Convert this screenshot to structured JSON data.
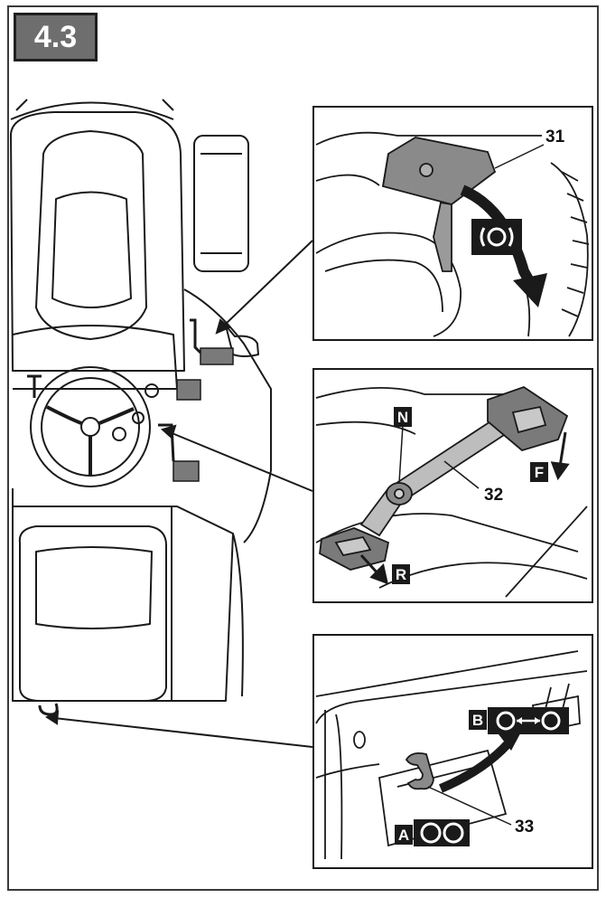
{
  "figure": {
    "number": "4.3"
  },
  "callouts": {
    "brake_pedal_number": "31",
    "drive_lever_number": "32",
    "freewheel_lever_number": "33"
  },
  "tags": {
    "neutral": "N",
    "forward": "F",
    "reverse": "R",
    "position_a": "A",
    "position_b": "B"
  },
  "colors": {
    "line": "#1a1a1a",
    "part_fill": "#7a7a7a",
    "badge": "#6e6e6e"
  }
}
